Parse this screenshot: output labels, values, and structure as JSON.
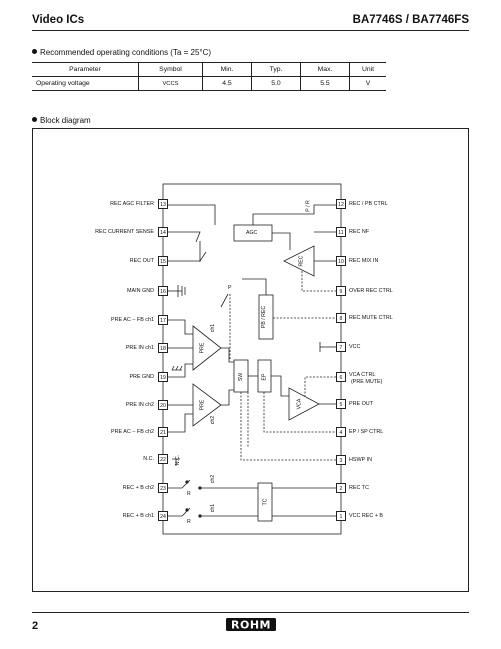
{
  "header": {
    "left": "Video ICs",
    "right": "BA7746S / BA7746FS"
  },
  "conditions": {
    "title": "Recommended operating conditions (Ta = 25°C)",
    "columns": [
      "Parameter",
      "Symbol",
      "Min.",
      "Typ.",
      "Max.",
      "Unit"
    ],
    "rows": [
      [
        "Operating voltage",
        "VCCS",
        "4.5",
        "5.0",
        "5.5",
        "V"
      ]
    ]
  },
  "block_diagram": {
    "title": "Block diagram",
    "left_pins": [
      {
        "num": "13",
        "label": "REC AGC FILTER"
      },
      {
        "num": "14",
        "label": "REC CURRENT SENSE"
      },
      {
        "num": "15",
        "label": "REC OUT"
      },
      {
        "num": "16",
        "label": "MAIN GND"
      },
      {
        "num": "17",
        "label": "PRE AC − FB ch1"
      },
      {
        "num": "18",
        "label": "PRE IN ch1"
      },
      {
        "num": "19",
        "label": "PRE GND"
      },
      {
        "num": "20",
        "label": "PRE IN ch2"
      },
      {
        "num": "21",
        "label": "PRE AC − FB ch2"
      },
      {
        "num": "22",
        "label": "N.C."
      },
      {
        "num": "23",
        "label": "REC + B ch2"
      },
      {
        "num": "24",
        "label": "REC + B ch1"
      }
    ],
    "right_pins": [
      {
        "num": "12",
        "label": "REC / PB CTRL",
        "sub": ""
      },
      {
        "num": "11",
        "label": "REC NF",
        "sub": ""
      },
      {
        "num": "10",
        "label": "REC MIX IN",
        "sub": ""
      },
      {
        "num": "9",
        "label": "OVER REC CTRL",
        "sub": ""
      },
      {
        "num": "8",
        "label": "REC MUTE CTRL",
        "sub": ""
      },
      {
        "num": "7",
        "label": "VCC",
        "sub": ""
      },
      {
        "num": "6",
        "label": "VCA CTRL",
        "sub": "(PRE MUTE)"
      },
      {
        "num": "5",
        "label": "PRE OUT",
        "sub": ""
      },
      {
        "num": "4",
        "label": "EP / SP CTRL",
        "sub": ""
      },
      {
        "num": "3",
        "label": "HSWP IN",
        "sub": ""
      },
      {
        "num": "2",
        "label": "REC TC",
        "sub": ""
      },
      {
        "num": "1",
        "label": "VCC REC + B",
        "sub": ""
      }
    ],
    "blocks": {
      "agc": "AGC",
      "rec": "REC",
      "pre1": "PRE",
      "pre2": "PRE",
      "sw": "SW",
      "ep": "EP",
      "vca": "VCA",
      "tc": "TC",
      "pbrec": "PB / REC"
    },
    "marks": {
      "ch1": "ch1",
      "ch2": "ch2",
      "nc": "N.C.",
      "p": "P",
      "r": "R",
      "pr": "P / R"
    }
  },
  "footer": {
    "page": "2",
    "logo": "ROHM"
  }
}
